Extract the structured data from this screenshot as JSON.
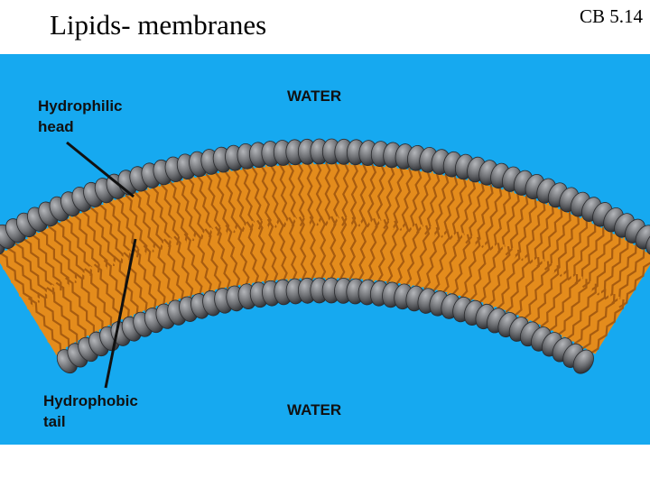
{
  "slide": {
    "title": "Lipids- membranes",
    "reference": "CB 5.14"
  },
  "figure": {
    "labels": {
      "water_top": "WATER",
      "water_bottom": "WATER",
      "head_line1": "Hydrophilic",
      "head_line2": "head",
      "tail_line1": "Hydrophobic",
      "tail_line2": "tail"
    },
    "colors": {
      "water": "#16a9f0",
      "head": "#6e7074",
      "head_highlight": "#b4b6ba",
      "tail": "#e48c1c",
      "tail_dark": "#a75c10",
      "pointer": "#111111"
    }
  }
}
